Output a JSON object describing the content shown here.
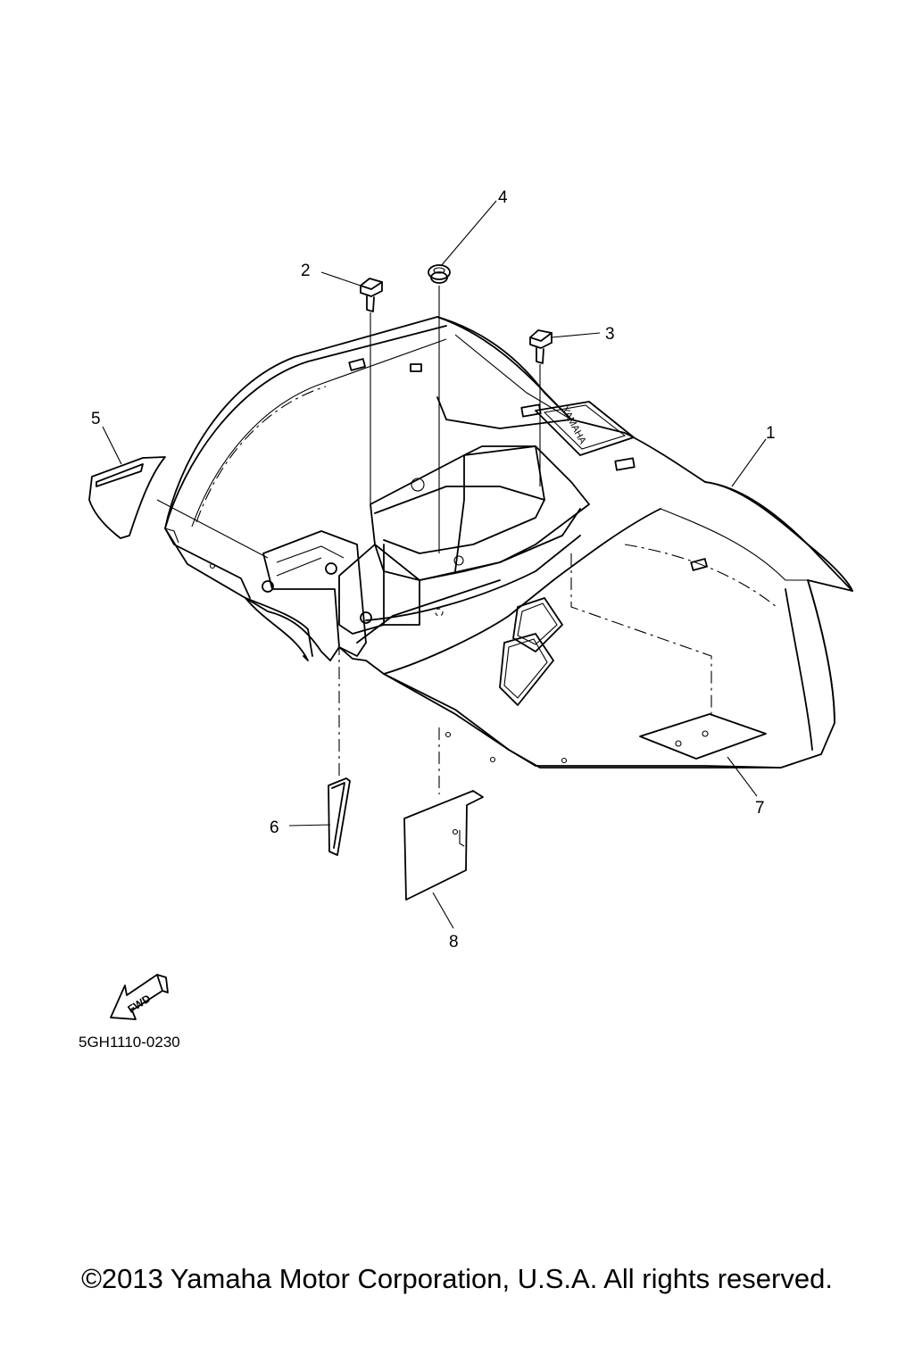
{
  "callouts": [
    {
      "id": "1",
      "label": "1"
    },
    {
      "id": "2",
      "label": "2"
    },
    {
      "id": "3",
      "label": "3"
    },
    {
      "id": "4",
      "label": "4"
    },
    {
      "id": "5",
      "label": "5"
    },
    {
      "id": "6",
      "label": "6"
    },
    {
      "id": "7",
      "label": "7"
    },
    {
      "id": "8",
      "label": "8"
    }
  ],
  "fender_logo": "YAMAHA",
  "fwd_arrow": "FWD",
  "diagram_code": "5GH1110-0230",
  "copyright": "©2013 Yamaha Motor Corporation, U.S.A. All rights reserved."
}
